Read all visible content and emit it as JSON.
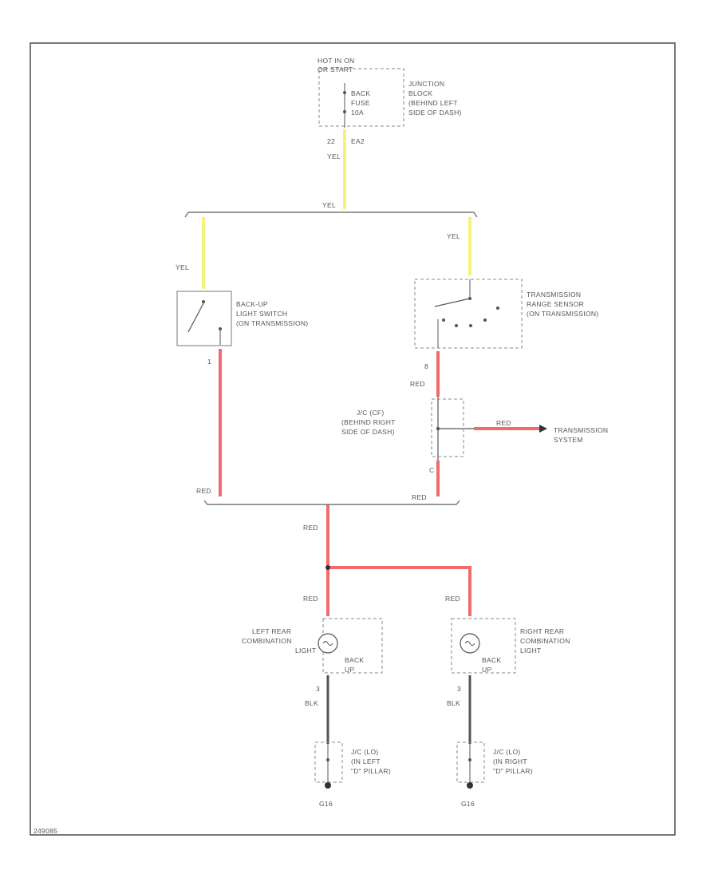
{
  "diagram": {
    "fuse_header": [
      "HOT IN ON",
      "OR START"
    ],
    "fuse_label": [
      "BACK",
      "FUSE",
      "10A"
    ],
    "junction_block": [
      "JUNCTION",
      "BLOCK",
      "(BEHIND LEFT",
      "SIDE OF DASH)"
    ],
    "fuse_pins": [
      "22",
      "EA2"
    ],
    "backup_switch": [
      "BACK-UP",
      "LIGHT SWITCH",
      "(ON TRANSMISSION)"
    ],
    "range_sensor": [
      "TRANSMISSION",
      "RANGE SENSOR",
      "(ON TRANSMISSION)"
    ],
    "junction_connector": [
      "J/C (CF)",
      "(BEHIND RIGHT",
      "SIDE OF DASH)"
    ],
    "trans_system": [
      "TRANSMISSION",
      "SYSTEM"
    ],
    "left_lamp": [
      "LEFT REAR",
      "COMBINATION",
      "LIGHT"
    ],
    "right_lamp": [
      "RIGHT REAR",
      "COMBINATION",
      "LIGHT"
    ],
    "lamp_label": [
      "BACK",
      "UP"
    ],
    "left_ground": [
      "J/C (LO)",
      "(IN LEFT",
      "\"D\" PILLAR)"
    ],
    "right_ground": [
      "J/C (LO)",
      "(IN RIGHT",
      "\"D\" PILLAR)"
    ],
    "wire_colors": {
      "yel": "YEL",
      "red": "RED",
      "blk": "BLK"
    },
    "pins": {
      "switch_out": "1",
      "sensor_out": "8",
      "jc_bottom": "C",
      "lamp_left": "3",
      "lamp_right": "3"
    },
    "ground_left": "G16",
    "ground_right": "G16",
    "footer_code": "249085",
    "colors": {
      "yellow_wire": "#f5f27a",
      "red_wire": "#f26b6b",
      "black_wire": "#555555",
      "frame": "#555555"
    }
  }
}
